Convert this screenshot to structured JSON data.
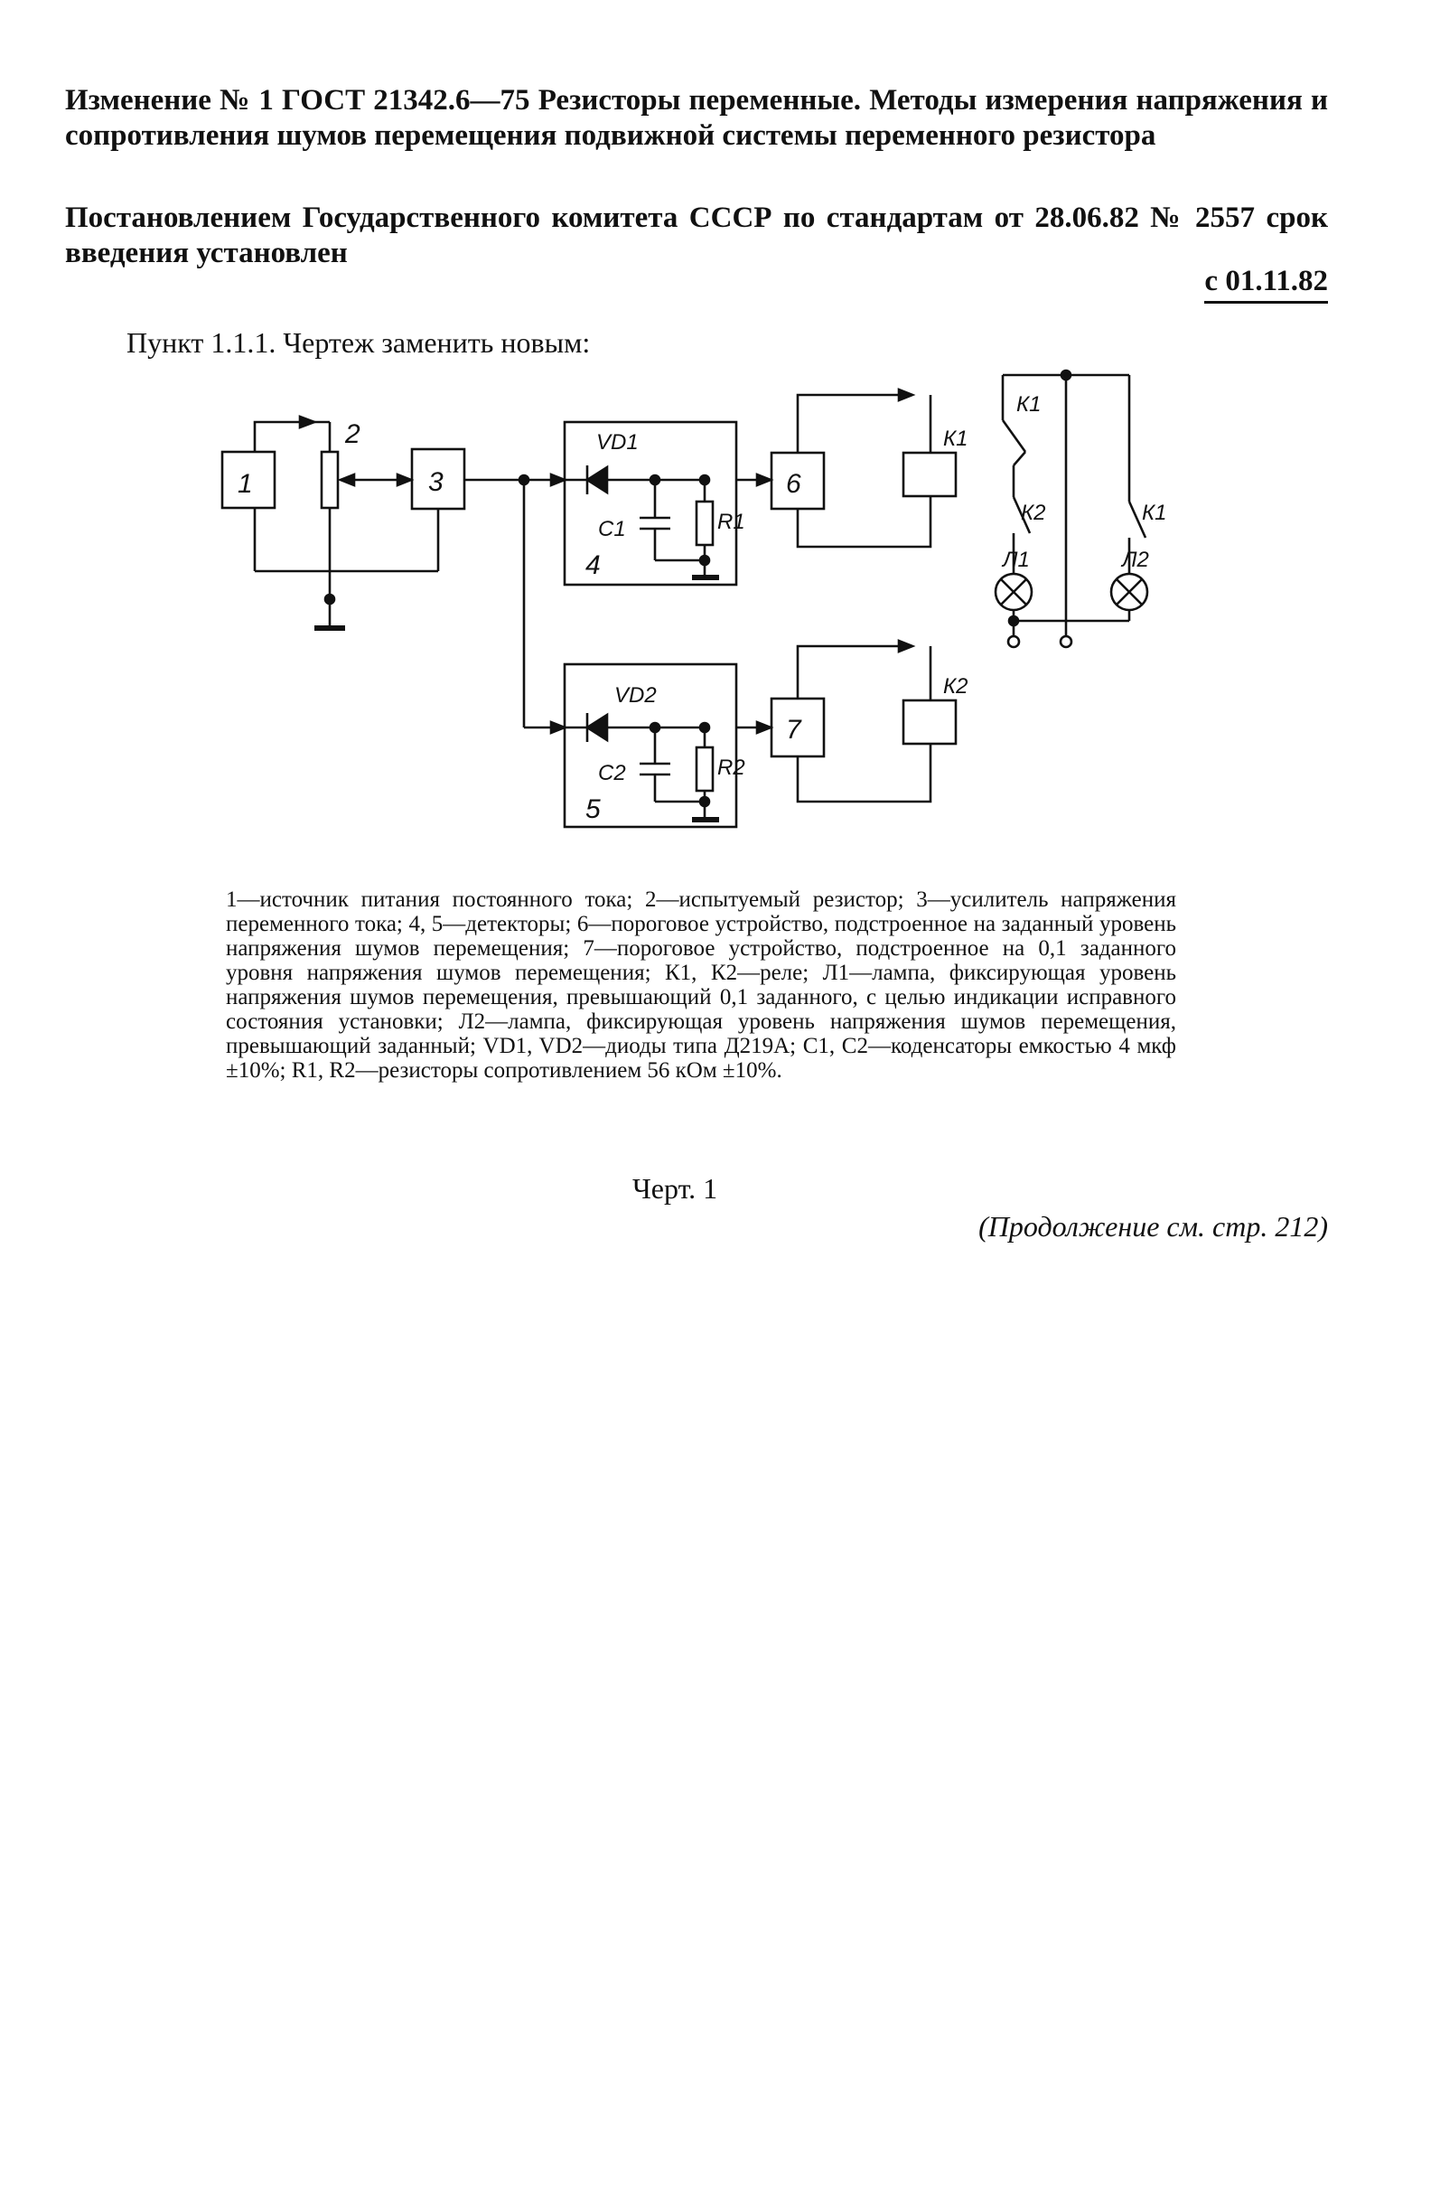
{
  "document": {
    "title": "Изменение № 1 ГОСТ 21342.6—75 Резисторы переменные. Методы измерения напряжения и сопротивления шумов перемещения подвижной системы переменного резистора",
    "decree": "Постановлением Государственного комитета СССР по стандартам от 28.06.82 № 2557 срок введения установлен",
    "effective_date": "с 01.11.82",
    "clause": "Пункт 1.1.1. Чертеж заменить новым:",
    "legend": "1—источник питания постоянного тока; 2—испытуемый резистор; 3—усилитель напряжения переменного тока; 4, 5—детекторы; 6—пороговое устройство, подстроенное на заданный уровень напряжения шумов перемещения; 7—пороговое устройство, подстроенное на 0,1 заданного уровня напряжения шумов перемещения; К1, К2—реле; Л1—лампа, фиксирующая уровень напряжения шумов перемещения, превышающий 0,1 заданного, с целью индикации исправного состояния установки; Л2—лампа, фиксирующая уровень напряжения шумов перемещения, превышающий заданный; VD1, VD2—диоды типа Д219А; С1, С2—кодeнсаторы емкостью 4 мкф ±10%; R1, R2—резисторы сопротивлением 56 кОм ±10%.",
    "figure_caption": "Черт. 1",
    "continuation": "(Продолжение см. стр. 212)"
  },
  "schematic_labels": {
    "block1": "1",
    "resistor2": "2",
    "block3": "3",
    "detector4": "4",
    "detector5": "5",
    "block6": "6",
    "block7": "7",
    "vd1": "VD1",
    "vd2": "VD2",
    "c1": "C1",
    "c2": "C2",
    "r1": "R1",
    "r2": "R2",
    "k1_coil": "К1",
    "k2_coil": "К2",
    "k1_contact_top": "К1",
    "k2_contact": "К2",
    "k1_contact_right": "К1",
    "lamp1": "Л1",
    "lamp2": "Л2"
  }
}
